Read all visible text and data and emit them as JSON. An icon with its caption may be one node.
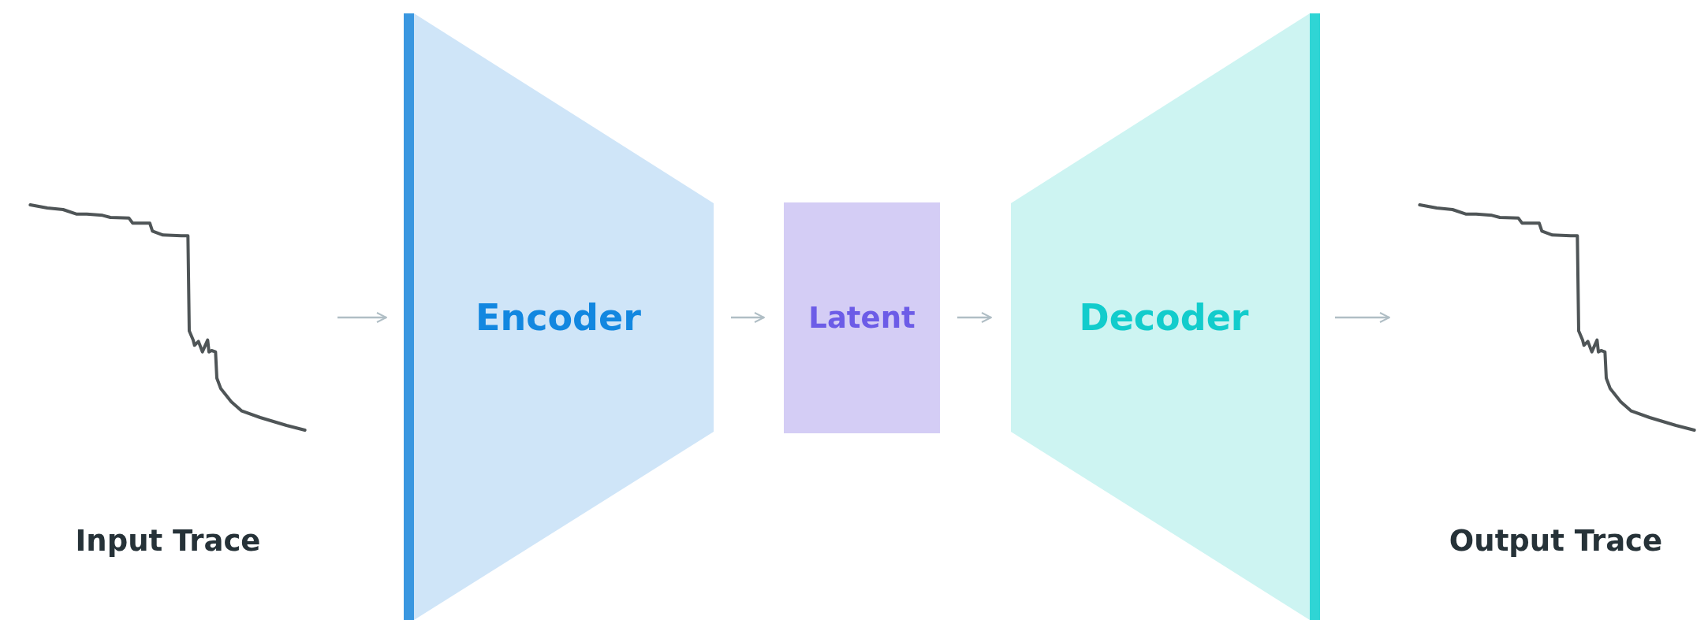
{
  "diagram": {
    "nodes": [
      {
        "text": [],
        "shape": "picture",
        "beside": [
          "Input Trace"
        ]
      },
      {
        "text": [
          "Encoder"
        ]
      },
      {
        "text": [
          "Latent"
        ]
      },
      {
        "text": [
          "Decoder"
        ]
      },
      {
        "text": [],
        "shape": "picture",
        "beside": [
          "Output Trace"
        ]
      }
    ],
    "edges": [
      {
        "from": 0,
        "to": 1,
        "arrow": "to"
      },
      {
        "from": 1,
        "to": 2,
        "arrow": "to"
      },
      {
        "from": 2,
        "to": 3,
        "arrow": "to"
      },
      {
        "from": 3,
        "to": 4,
        "arrow": "to"
      }
    ]
  }
}
